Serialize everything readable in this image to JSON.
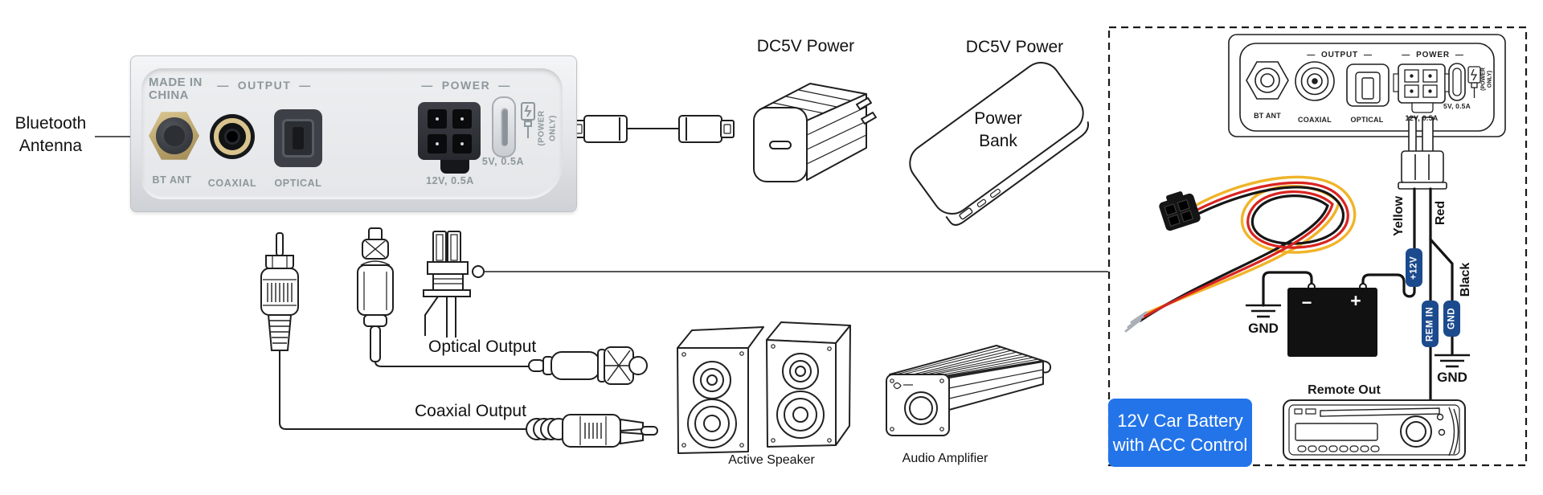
{
  "colors": {
    "note_blue": "#2374e9",
    "badge_navy": "#1c4b8d",
    "wire_yellow": "#f0b429",
    "wire_red": "#d82420",
    "wire_black": "#161616",
    "panel_label_gray": "#8d979b",
    "brass": "#c9b37e",
    "coax_gold": "#d9c48e"
  },
  "device_panel": {
    "made_in_line1": "MADE IN",
    "made_in_line2": "CHINA",
    "header_dash": "—",
    "output_header": "OUTPUT",
    "power_header": "POWER",
    "bt_ant_label": "BT ANT",
    "coaxial_label": "COAXIAL",
    "optical_label": "OPTICAL",
    "dc_label": "12V, 0.5A",
    "usb_label": "5V, 0.5A",
    "power_only_line1": "(POWER",
    "power_only_line2": "ONLY)"
  },
  "callouts": {
    "bluetooth_line1": "Bluetooth",
    "bluetooth_line2": "Antenna",
    "charger_label": "DC5V Power",
    "powerbank_label": "DC5V Power",
    "powerbank_line1": "Power",
    "powerbank_line2": "Bank",
    "optical_output": "Optical Output",
    "coaxial_output": "Coaxial Output",
    "active_speaker": "Active Speaker",
    "audio_amplifier": "Audio Amplifier"
  },
  "car_panel": {
    "mini_device": {
      "header_dash": "—",
      "output_header": "OUTPUT",
      "power_header": "POWER",
      "bt_ant_label": "BT ANT",
      "coaxial_label": "COAXIAL",
      "optical_label": "OPTICAL",
      "dc_label": "12V, 0.5A",
      "usb_label": "5V, 0.5A",
      "power_only_line1": "(POWER",
      "power_only_line2": "ONLY)"
    },
    "wire_yellow_label": "Yellow",
    "wire_red_label": "Red",
    "wire_black_label": "Black",
    "badge_plus12v": "+12V",
    "badge_rem_in": "REM IN",
    "badge_gnd": "GND",
    "gnd_left_label": "GND",
    "gnd_right_label": "GND",
    "battery_minus": "−",
    "battery_plus": "+",
    "remote_out_label": "Remote Out",
    "note_line1": "12V Car Battery",
    "note_line2": "with ACC Control"
  }
}
